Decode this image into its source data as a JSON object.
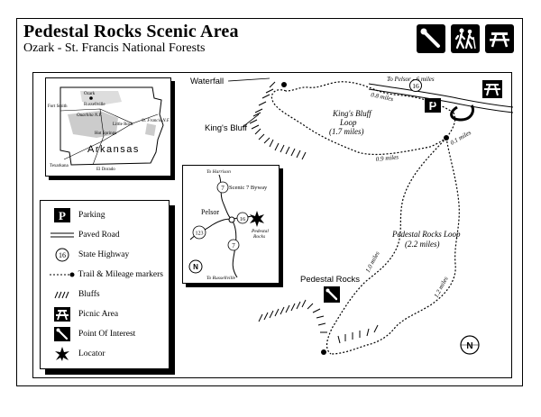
{
  "header": {
    "title": "Pedestal Rocks Scenic Area",
    "subtitle": "Ozark - St. Francis National Forests",
    "icons": [
      "point-of-interest-icon",
      "hiking-icon",
      "picnic-icon"
    ]
  },
  "state_inset": {
    "state_name": "Arkansas",
    "cities": [
      "Fort Smith",
      "Ozark",
      "Russellville",
      "Little Rock",
      "Hot Springs",
      "Texarkana",
      "El Dorado"
    ],
    "forest_names": [
      "Ouachita N.F.",
      "St. Francis N.F."
    ]
  },
  "local_inset": {
    "to_harrison": "To Harrison",
    "byway": "Scenic 7 Byway",
    "town": "Pelsor",
    "highway_16": "16",
    "highway_7": "7",
    "highway_123": "123",
    "pedestal_rocks_1": "Pedestal",
    "pedestal_rocks_2": "Rocks",
    "to_russellville": "To Russellville",
    "north": "N"
  },
  "legend": {
    "items": [
      {
        "icon": "parking-icon",
        "label": "Parking"
      },
      {
        "icon": "paved-road-icon",
        "label": "Paved Road"
      },
      {
        "icon": "state-highway-icon",
        "label": "State Highway",
        "number": "16"
      },
      {
        "icon": "trail-icon",
        "label": "Trail & Mileage markers"
      },
      {
        "icon": "bluffs-icon",
        "label": "Bluffs"
      },
      {
        "icon": "picnic-icon",
        "label": "Picnic Area"
      },
      {
        "icon": "point-of-interest-icon",
        "label": "Point Of Interest"
      },
      {
        "icon": "locator-icon",
        "label": "Locator"
      }
    ]
  },
  "main_map": {
    "waterfall": "Waterfall",
    "kings_bluff": "King's Bluff",
    "loop_name_1": "King's Bluff",
    "loop_name_2": "Loop",
    "loop_length": "(1.7 miles)",
    "to_pelsor": "To Pelsor - 6 miles",
    "highway": "16",
    "mile_08": "0.8 miles",
    "mile_01": "0.1 miles",
    "mile_09": "0.9 miles",
    "mile_10": "1.0 miles",
    "mile_12": "1.2 miles",
    "pedestal_loop": "Pedestal Rocks Loop",
    "pedestal_length": "(2.2 miles)",
    "pedestal_rocks": "Pedestal Rocks",
    "north": "N"
  }
}
